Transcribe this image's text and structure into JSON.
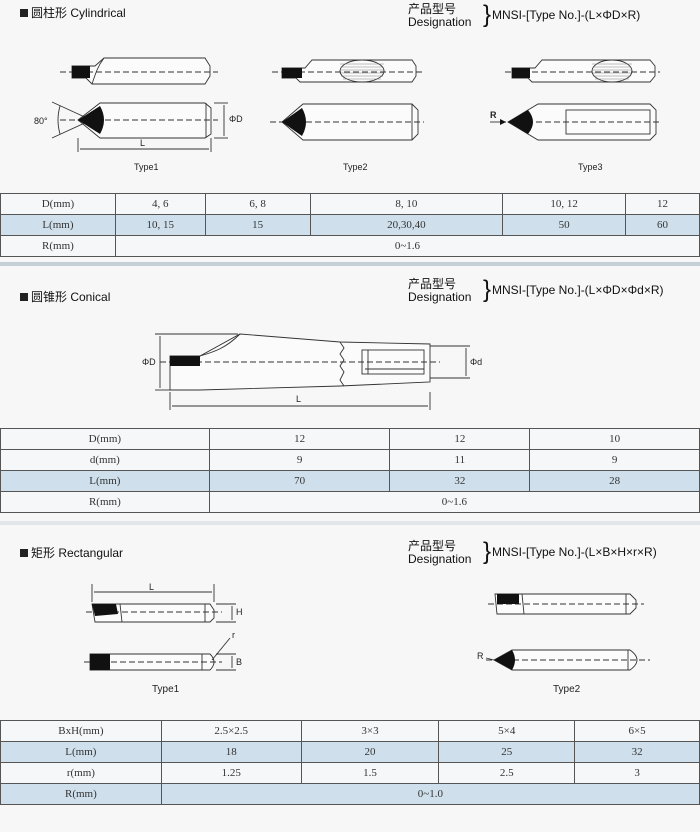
{
  "cylindrical": {
    "title": "圆柱形 Cylindrical",
    "designation_cn": "产品型号",
    "designation_en": "Designation",
    "code": "MNSI-[Type No.]-(L×ΦD×R)",
    "angle_label": "80°",
    "dim_d": "ΦD",
    "dim_l": "L",
    "dim_r": "R",
    "types": [
      "Type1",
      "Type2",
      "Type3"
    ],
    "table": {
      "rows": [
        {
          "label": "D(mm)",
          "cells": [
            "4, 6",
            "6, 8",
            "8, 10",
            "10, 12",
            "12"
          ]
        },
        {
          "label": "L(mm)",
          "cells": [
            "10, 15",
            "15",
            "20,30,40",
            "50",
            "60"
          ]
        },
        {
          "label": "R(mm)",
          "cells": [
            "0~1.6"
          ]
        }
      ]
    }
  },
  "conical": {
    "title": "圆锥形 Conical",
    "designation_cn": "产品型号",
    "designation_en": "Designation",
    "code": "MNSI-[Type No.]-(L×ΦD×Φd×R)",
    "dim_d": "ΦD",
    "dim_dd": "Φd",
    "dim_l": "L",
    "table": {
      "rows": [
        {
          "label": "D(mm)",
          "cells": [
            "12",
            "12",
            "10"
          ]
        },
        {
          "label": "d(mm)",
          "cells": [
            "9",
            "11",
            "9"
          ]
        },
        {
          "label": "L(mm)",
          "cells": [
            "70",
            "32",
            "28"
          ]
        },
        {
          "label": "R(mm)",
          "cells": [
            "0~1.6"
          ]
        }
      ]
    }
  },
  "rectangular": {
    "title": "矩形 Rectangular",
    "designation_cn": "产品型号",
    "designation_en": "Designation",
    "code": "MNSI-[Type No.]-(L×B×H×r×R)",
    "dim_l": "L",
    "dim_h": "H",
    "dim_b": "B",
    "dim_r_small": "r",
    "dim_r": "R",
    "types": [
      "Type1",
      "Type2"
    ],
    "table": {
      "rows": [
        {
          "label": "BxH(mm)",
          "cells": [
            "2.5×2.5",
            "3×3",
            "5×4",
            "6×5"
          ]
        },
        {
          "label": "L(mm)",
          "cells": [
            "18",
            "20",
            "25",
            "32"
          ]
        },
        {
          "label": "r(mm)",
          "cells": [
            "1.25",
            "1.5",
            "2.5",
            "3"
          ]
        },
        {
          "label": "R(mm)",
          "cells": [
            "0~1.0"
          ]
        }
      ]
    }
  }
}
